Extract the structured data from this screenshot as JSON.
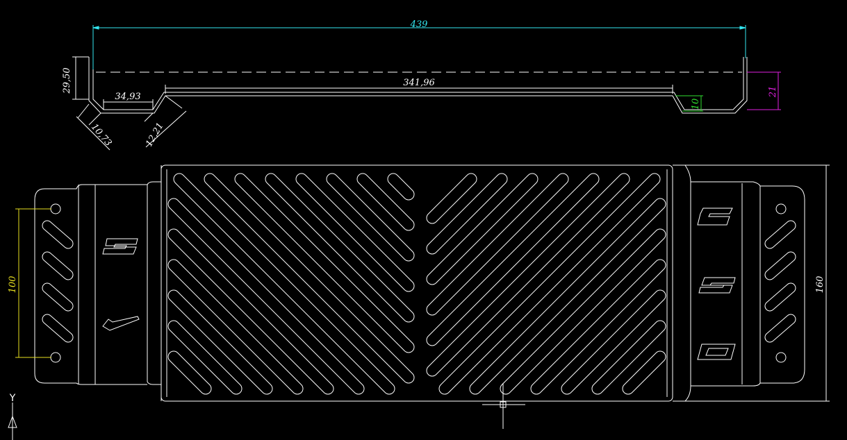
{
  "colors": {
    "background": "#000000",
    "outline": "#ffffff",
    "dim_cyan": "#33e6f0",
    "dim_magenta": "#e020e0",
    "dim_green": "#30e030",
    "dim_yellow": "#e8e020",
    "dim_white": "#ffffff"
  },
  "dimensions": {
    "overall_length": "439",
    "inner_length": "341,96",
    "bend_height_left": "29,50",
    "flange_width": "34,93",
    "chamfer_a": "10,73",
    "chamfer_b": "12,21",
    "step_depth": "10",
    "right_height": "21",
    "hole_spacing": "100",
    "plate_height": "160"
  },
  "ucs": {
    "y_label": "Y"
  }
}
